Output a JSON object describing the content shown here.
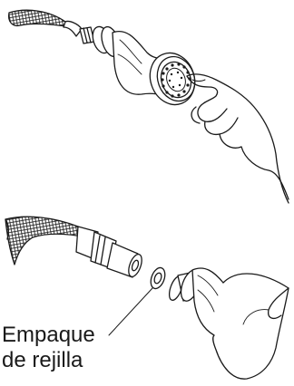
{
  "callout": {
    "line1": "Empaque",
    "line2": "de rejilla"
  },
  "colors": {
    "ink": "#1a1a1a",
    "paper": "#ffffff"
  },
  "illustration": {
    "top_step": "hand-pressing-shower-head-face",
    "bottom_step": "shower-head-separated-from-hose-with-gasket"
  }
}
